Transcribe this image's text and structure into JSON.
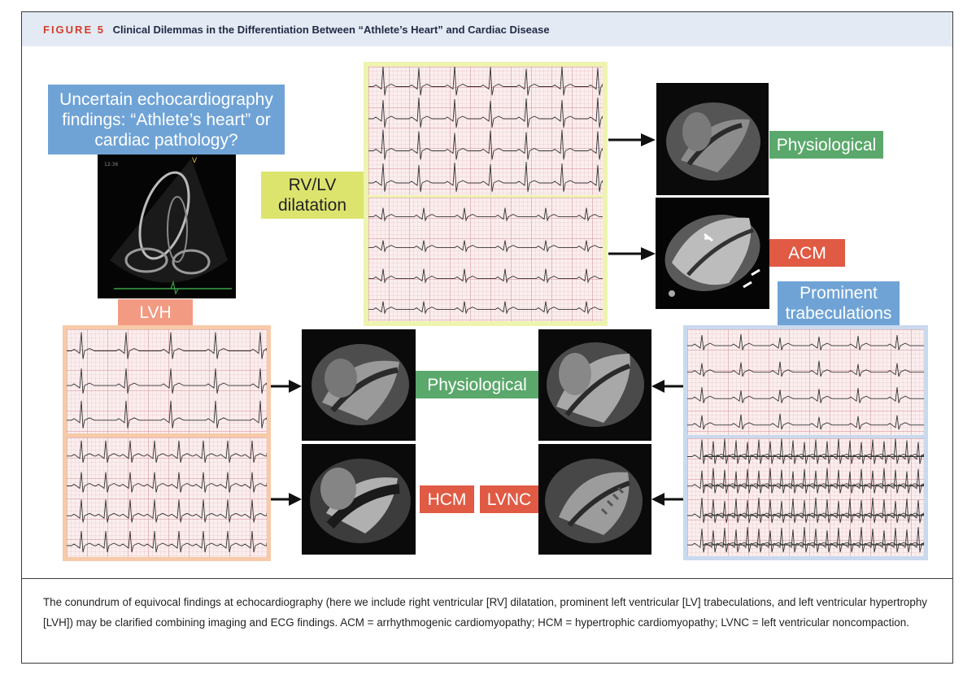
{
  "figure": {
    "number_label": "FIGURE 5",
    "title": "Clinical Dilemmas in the Differentiation Between “Athlete’s Heart” and Cardiac Disease"
  },
  "labels": {
    "uncertain": "Uncertain echocardiography findings: “Athlete’s heart” or cardiac pathology?",
    "rvlv": "RV/LV dilatation",
    "physiological_top": "Physiological",
    "acm": "ACM",
    "lvh": "LVH",
    "prominent": "Prominent trabeculations",
    "physiological_mid": "Physiological",
    "hcm": "HCM",
    "lvnc": "LVNC"
  },
  "caption": "The conundrum of equivocal findings at echocardiography (here we include right ventricular [RV] dilatation, prominent left ventricular [LV] trabeculations, and left ventricular hypertrophy [LVH]) may be clarified combining imaging and ECG findings. ACM = arrhythmogenic cardiomyopathy; HCM = hypertrophic cardiomyopathy; LVNC = left ventricular noncompaction.",
  "colors": {
    "header_bg": "#e3eaf4",
    "figure_number": "#d43d2a",
    "blue_label": "#6fa3d6",
    "green_label": "#5aa86b",
    "red_label": "#e05a44",
    "salmon_label": "#f29b82",
    "yellow_label": "#dde46e"
  }
}
